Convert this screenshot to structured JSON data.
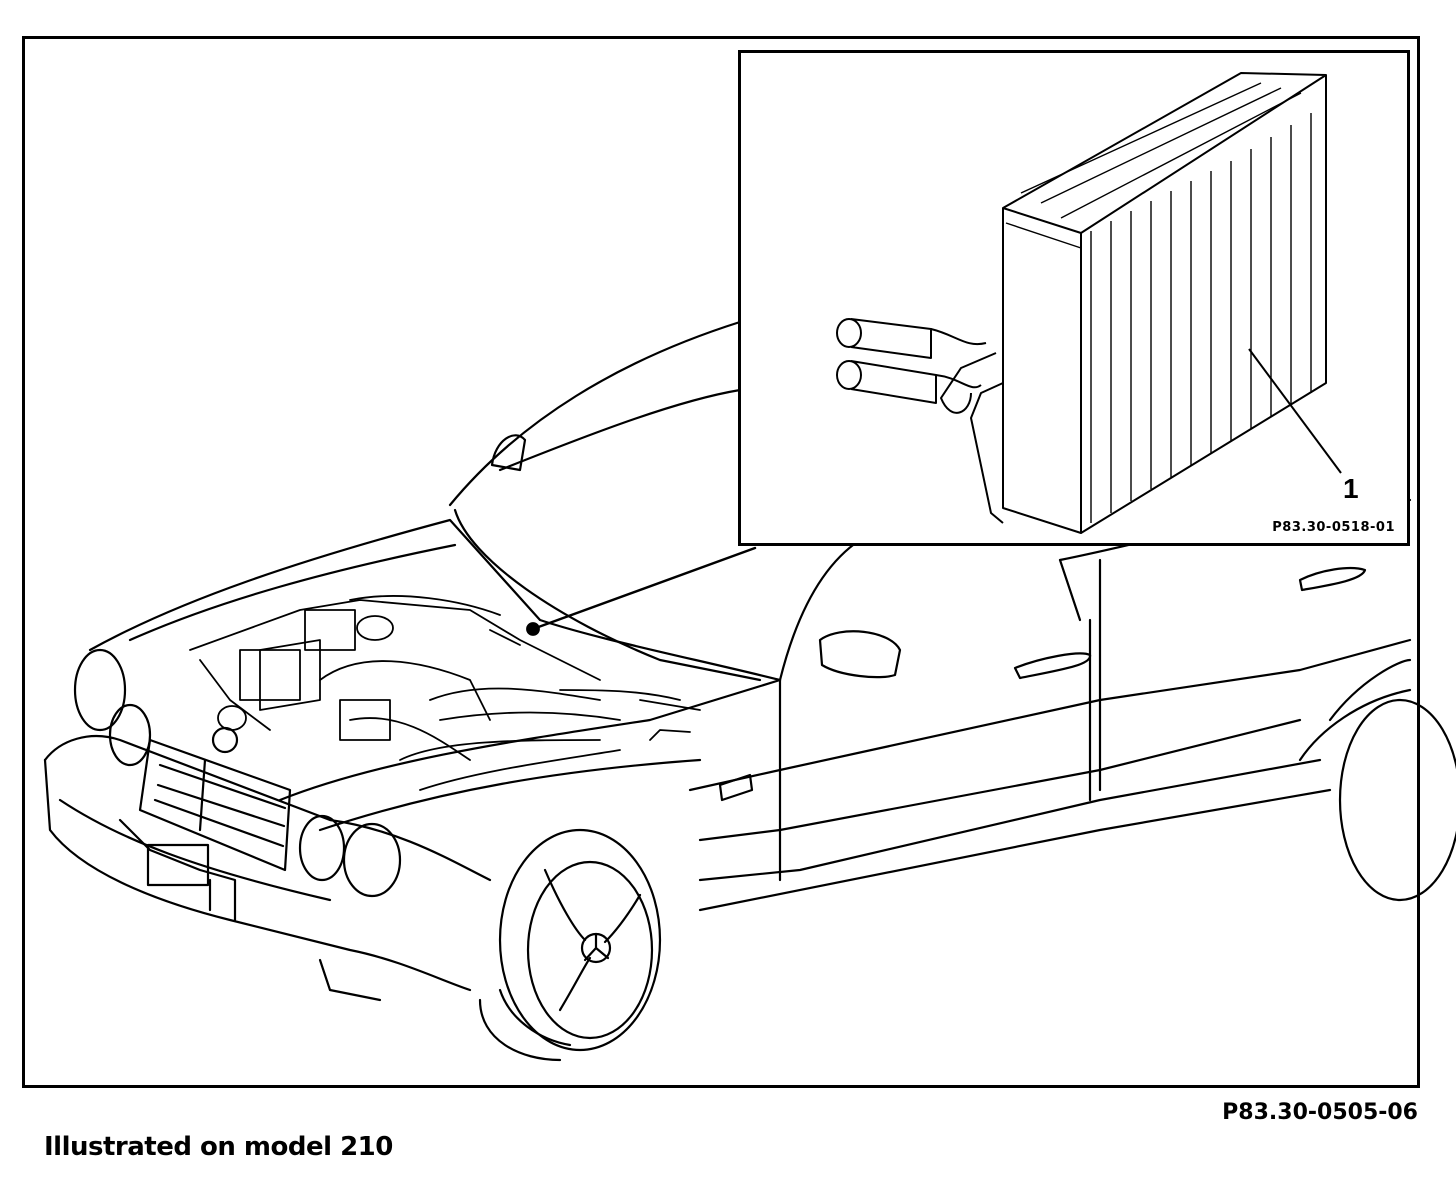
{
  "figure": {
    "inset_code": "P83.30-0518-01",
    "callout_number": "1",
    "figure_code": "P83.30-0505-06",
    "caption": "Illustrated on model 210"
  }
}
